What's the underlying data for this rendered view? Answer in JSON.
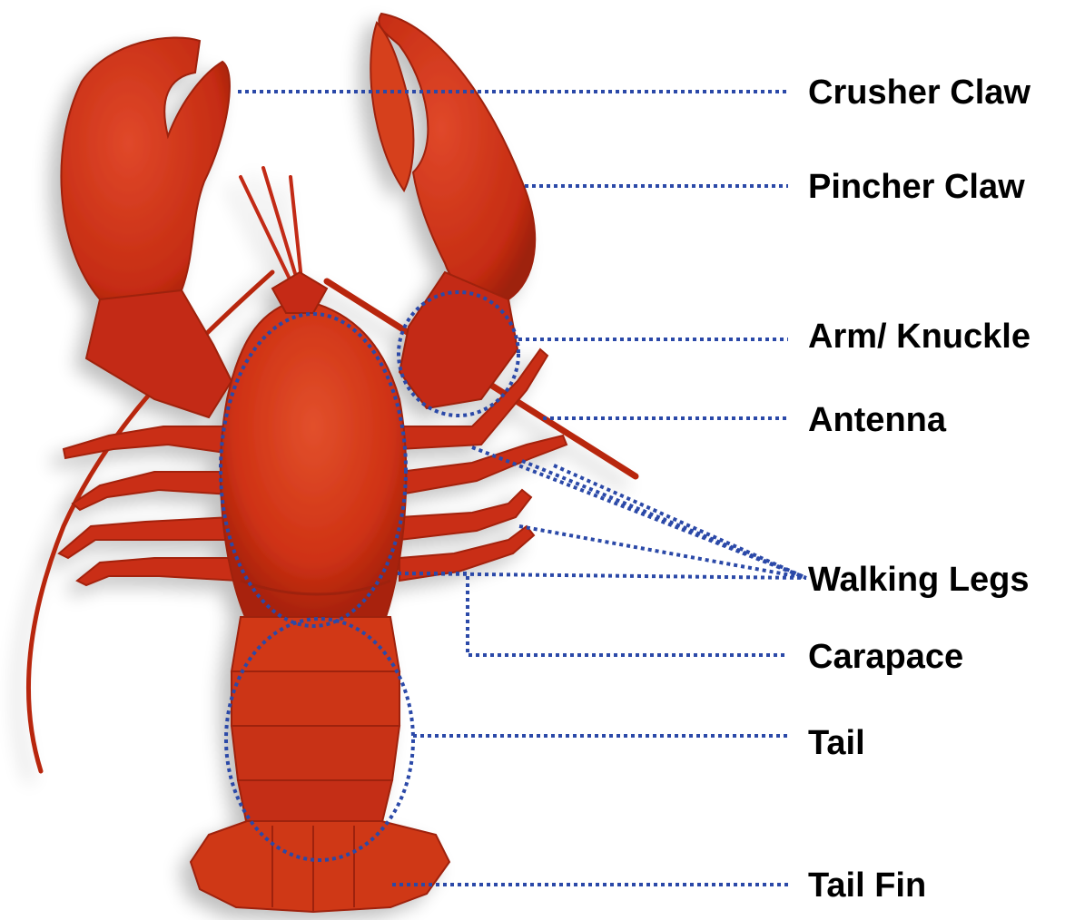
{
  "colors": {
    "shell": "#cf3214",
    "shell_dark": "#a8220c",
    "shell_light": "#e2502c",
    "leader": "#2b49a8",
    "background": "#ffffff",
    "text": "#000000"
  },
  "labels": [
    {
      "id": "crusher-claw",
      "text": "Crusher Claw"
    },
    {
      "id": "pincher-claw",
      "text": "Pincher Claw"
    },
    {
      "id": "arm-knuckle",
      "text": "Arm/ Knuckle"
    },
    {
      "id": "antenna",
      "text": "Antenna"
    },
    {
      "id": "walking-legs",
      "text": "Walking Legs"
    },
    {
      "id": "carapace",
      "text": "Carapace"
    },
    {
      "id": "tail",
      "text": "Tail"
    },
    {
      "id": "tail-fin",
      "text": "Tail Fin"
    }
  ]
}
